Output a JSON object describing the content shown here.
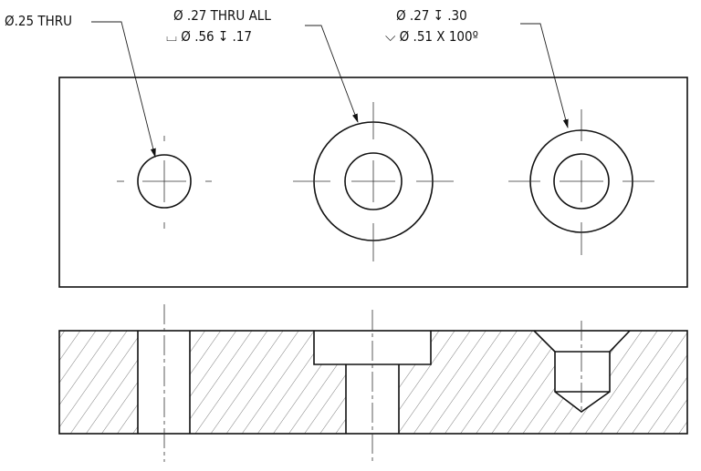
{
  "callouts": {
    "hole1": {
      "line1": "Ø.25 THRU"
    },
    "hole2": {
      "line1": "Ø .27 THRU ALL",
      "line2": "⌴ Ø .56 ↧ .17"
    },
    "hole3": {
      "line1": "Ø .27 ↧ .30",
      "line2": "⌵ Ø .51 X 100º"
    }
  },
  "colors": {
    "line": "#111111",
    "background": "#ffffff"
  }
}
